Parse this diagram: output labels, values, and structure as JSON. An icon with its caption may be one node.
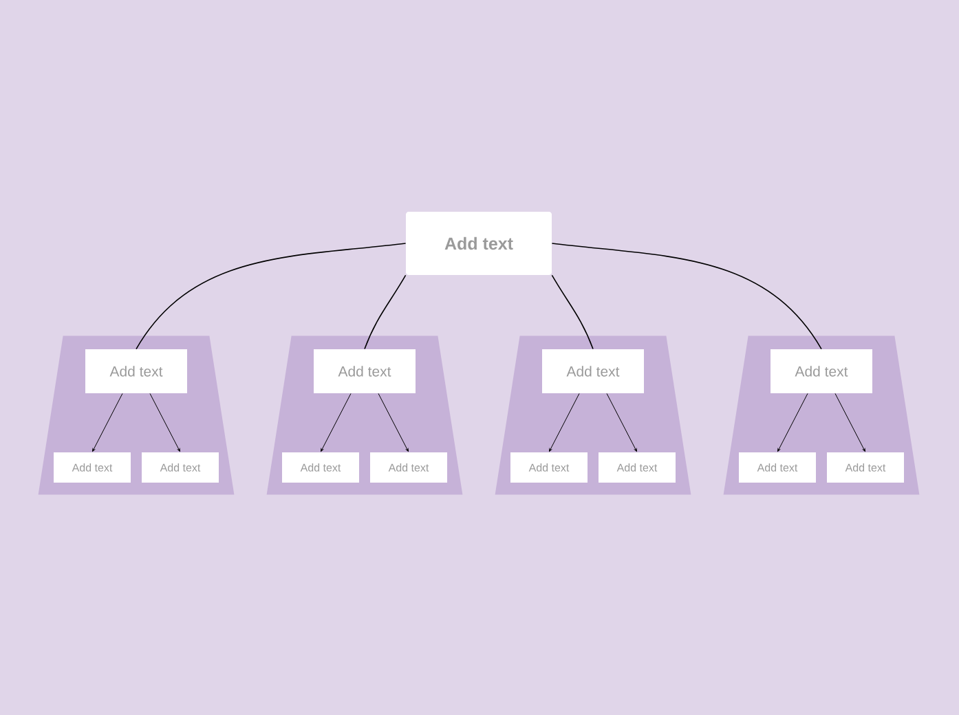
{
  "diagram": {
    "nodes": [
      {
        "text": [
          "Add text"
        ]
      },
      {
        "text": [],
        "shape": "trapezoid"
      },
      {
        "text": [
          "Add text"
        ],
        "in": 1
      },
      {
        "text": [
          "Add text"
        ],
        "in": 1
      },
      {
        "text": [
          "Add text"
        ],
        "in": 1
      },
      {
        "text": [],
        "shape": "trapezoid"
      },
      {
        "text": [
          "Add text"
        ],
        "in": 5
      },
      {
        "text": [
          "Add text"
        ],
        "in": 5
      },
      {
        "text": [
          "Add text"
        ],
        "in": 5
      },
      {
        "text": [],
        "shape": "trapezoid"
      },
      {
        "text": [
          "Add text"
        ],
        "in": 9
      },
      {
        "text": [
          "Add text"
        ],
        "in": 9
      },
      {
        "text": [
          "Add text"
        ],
        "in": 9
      },
      {
        "text": [],
        "shape": "trapezoid"
      },
      {
        "text": [
          "Add text"
        ],
        "in": 13
      },
      {
        "text": [
          "Add text"
        ],
        "in": 13
      },
      {
        "text": [
          "Add text"
        ],
        "in": 13
      }
    ],
    "edges": [
      {
        "from": 0,
        "to": 2,
        "arrow": "none"
      },
      {
        "from": 0,
        "to": 6,
        "arrow": "none"
      },
      {
        "from": 0,
        "to": 10,
        "arrow": "none"
      },
      {
        "from": 0,
        "to": 14,
        "arrow": "none"
      },
      {
        "from": 2,
        "to": 3,
        "arrow": "to"
      },
      {
        "from": 2,
        "to": 4,
        "arrow": "to"
      },
      {
        "from": 6,
        "to": 7,
        "arrow": "to"
      },
      {
        "from": 6,
        "to": 8,
        "arrow": "to"
      },
      {
        "from": 10,
        "to": 11,
        "arrow": "to"
      },
      {
        "from": 10,
        "to": 12,
        "arrow": "to"
      },
      {
        "from": 14,
        "to": 15,
        "arrow": "to"
      },
      {
        "from": 14,
        "to": 16,
        "arrow": "to"
      }
    ]
  }
}
